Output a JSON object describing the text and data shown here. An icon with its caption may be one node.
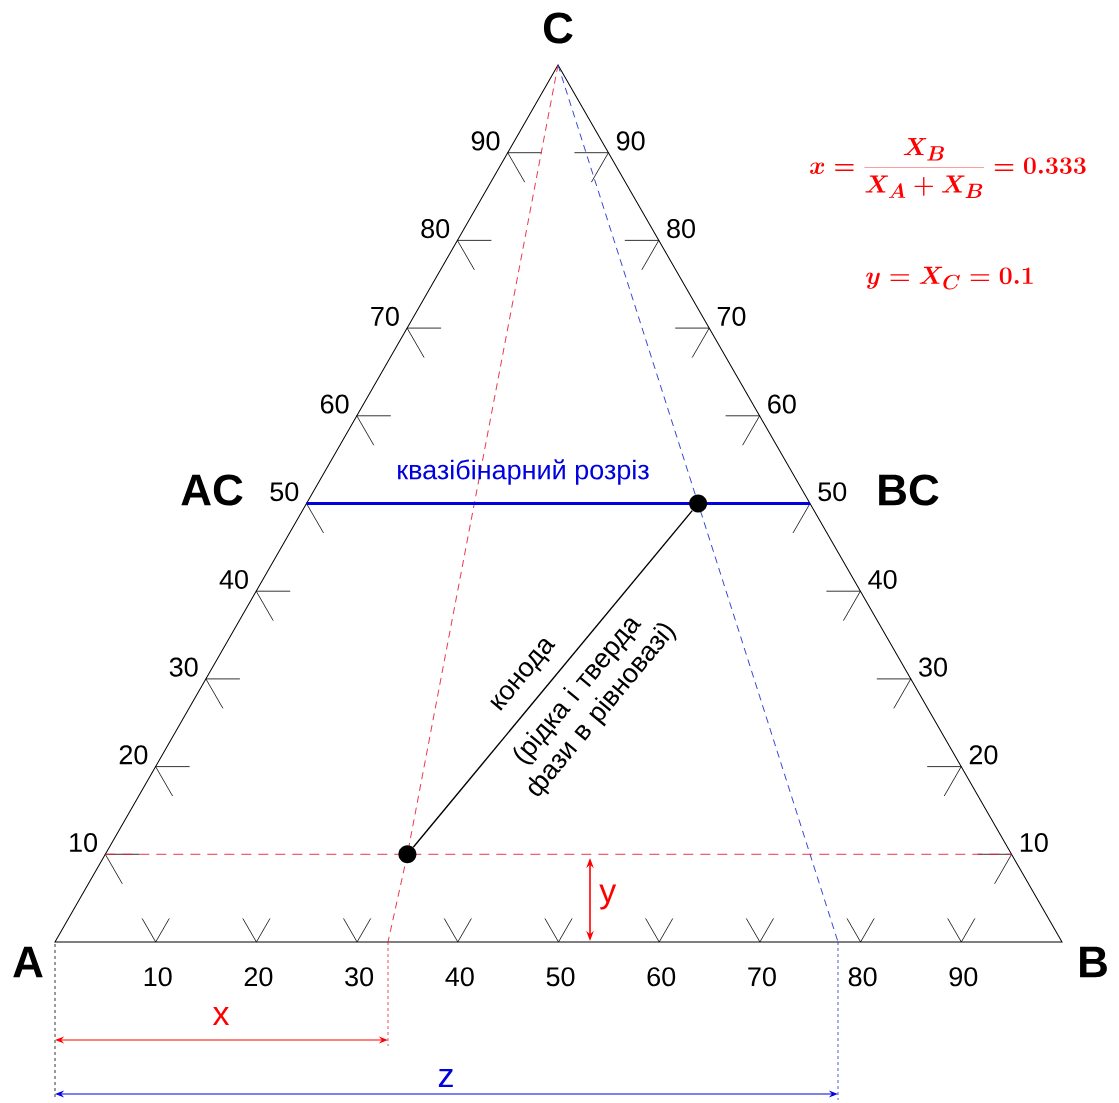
{
  "diagram": {
    "nodes": [
      {
        "text": [],
        "shape": "circle"
      },
      {
        "text": [],
        "shape": "circle"
      }
    ],
    "edges": [
      {
        "from": 0,
        "to": 1,
        "arrow": "none",
        "label": "конода"
      }
    ],
    "labels": [
      "C",
      "90",
      "90",
      "x=\\frac{X_{B}}{X_{A}+X_{B}}=0.333",
      "80",
      "80",
      "y=X_{C}=0.1",
      "70",
      "70",
      "60",
      "60",
      "AC",
      "50",
      "квазібінарний розріз",
      "50",
      "BC",
      "40",
      "40",
      "(рідка і тверда фази в рівновазі)",
      "30",
      "30",
      "20",
      "20",
      "10",
      "10",
      "y",
      "A",
      "B",
      "10",
      "20",
      "30",
      "40",
      "50",
      "60",
      "70",
      "80",
      "90",
      "x",
      "z"
    ]
  }
}
